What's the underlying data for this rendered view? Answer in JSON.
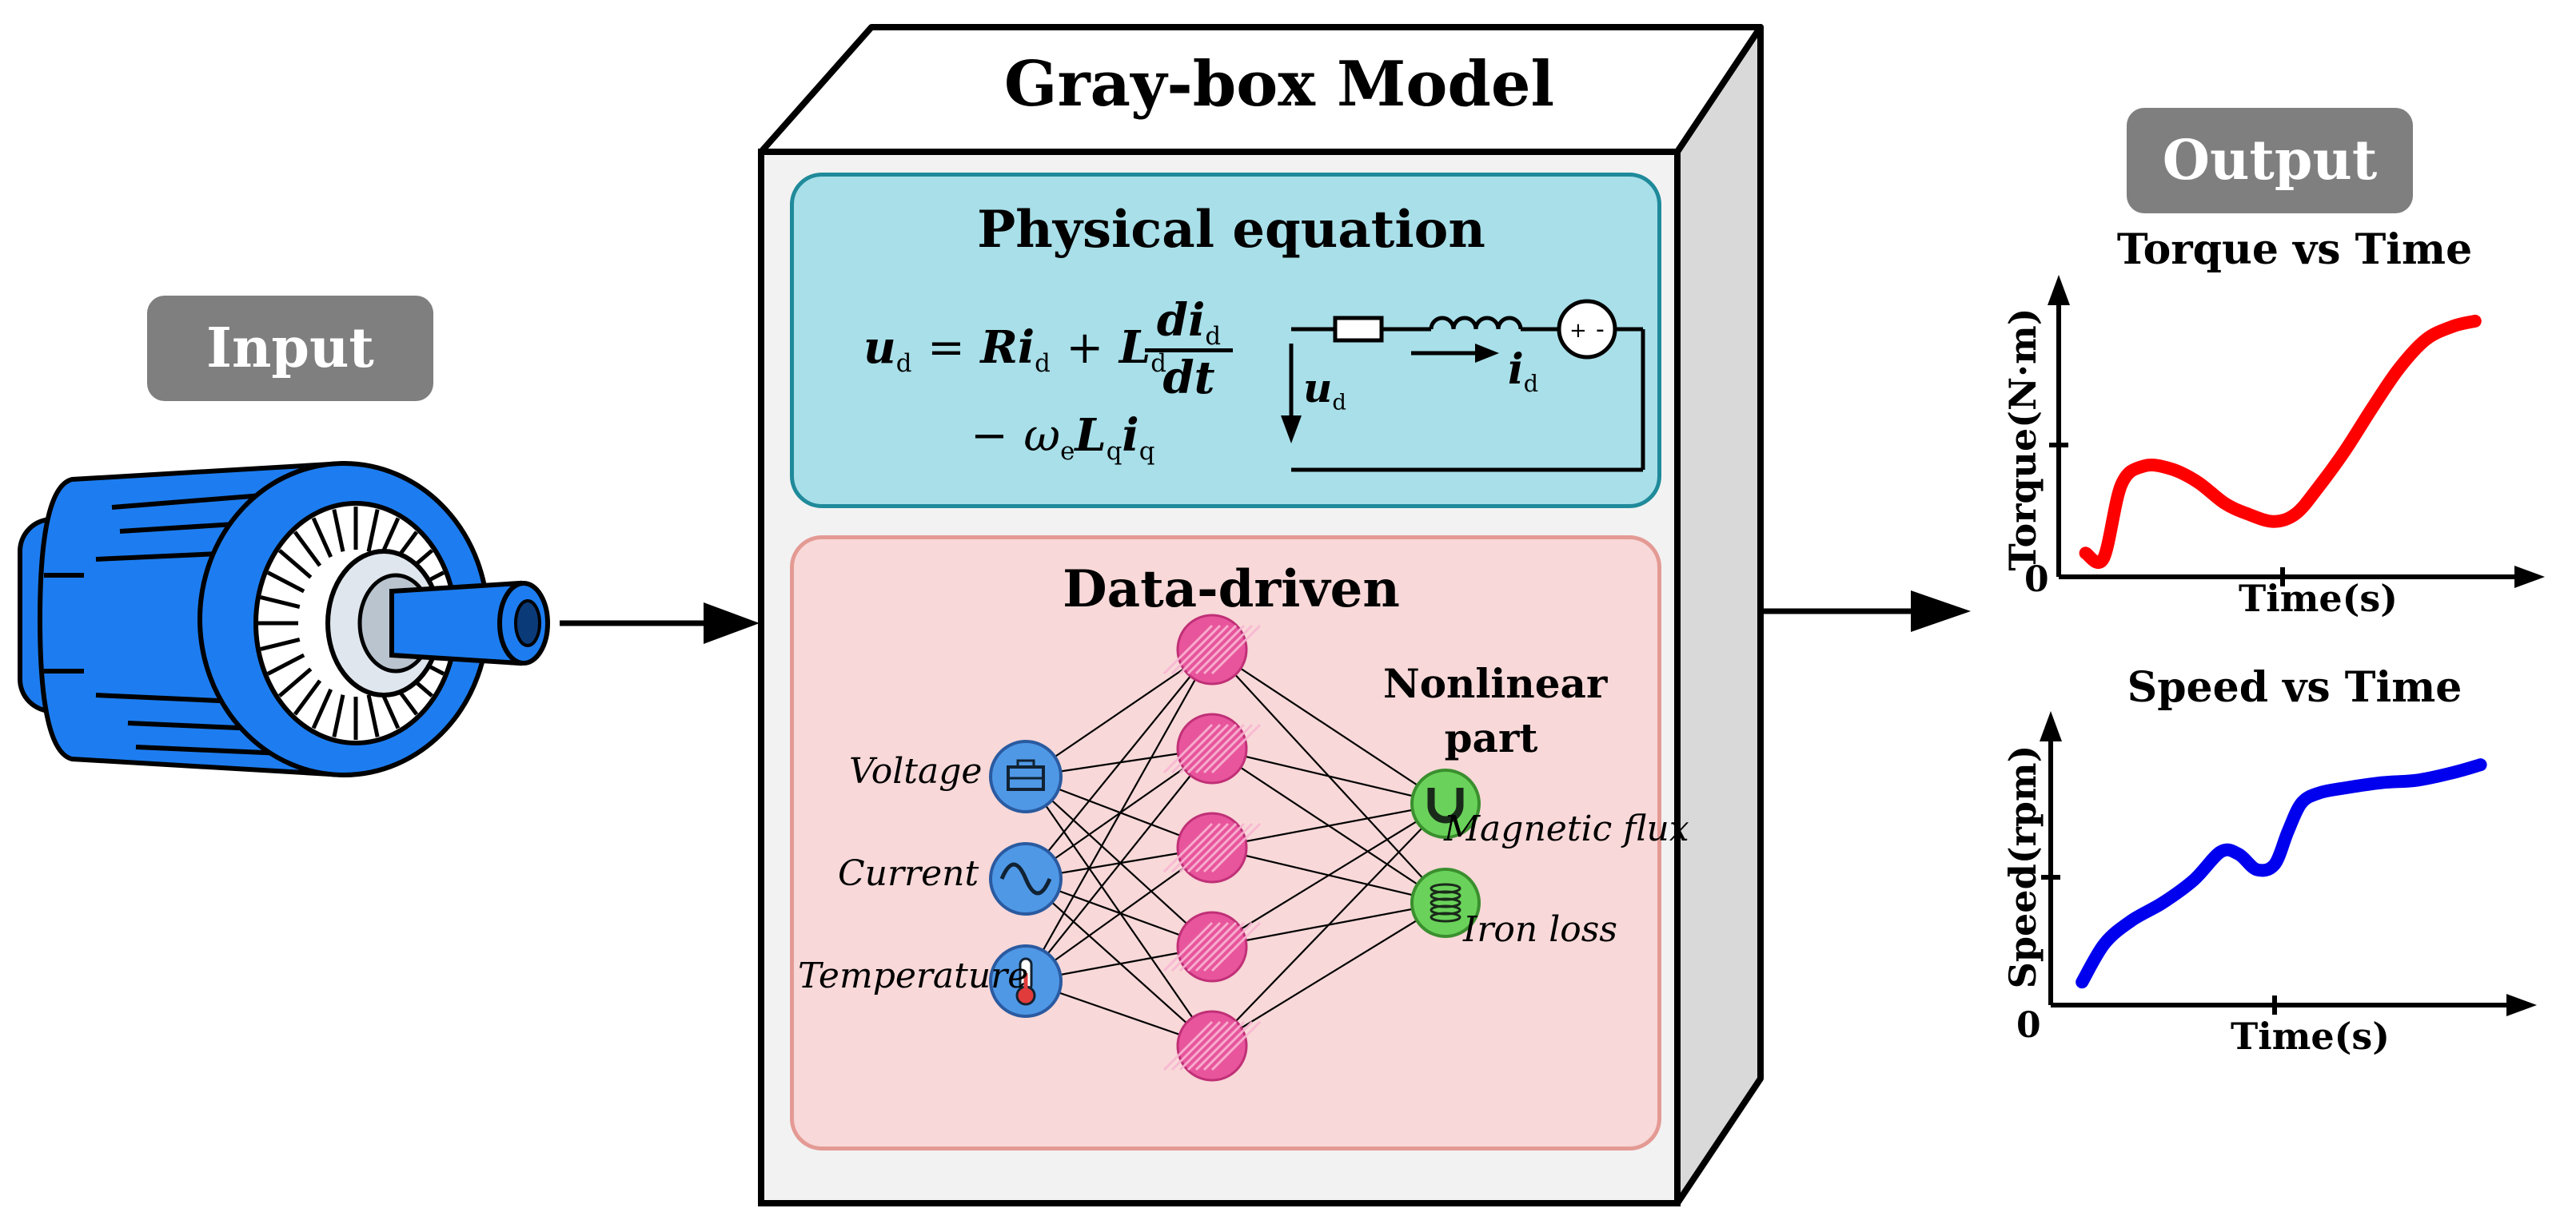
{
  "labels": {
    "input": "Input",
    "output": "Output",
    "model_title": "Gray-box Model",
    "physical_title": "Physical equation",
    "data_driven_title": "Data-driven",
    "nonlinear_line1": "Nonlinear",
    "nonlinear_line2": "part"
  },
  "equation": {
    "line1_lhs": "u",
    "line1_lhs_sub": "d",
    "eq_sign": "=",
    "term_r": "Ri",
    "term_r_sub": "d",
    "plus": "+",
    "term_l": "L",
    "term_l_sub": "d",
    "frac_num": "di",
    "frac_num_sub": "d",
    "frac_den": "dt",
    "line2_minus": "−",
    "line2_omega": "ω",
    "line2_omega_sub": "e",
    "line2_l": "L",
    "line2_l_sub": "q",
    "line2_i": "i",
    "line2_i_sub": "q"
  },
  "circuit": {
    "current_label": "i",
    "current_sub": "d",
    "voltage_label": "u",
    "voltage_sub": "d",
    "source_plus": "+",
    "source_minus": "-"
  },
  "network": {
    "inputs": [
      "Voltage",
      "Current",
      "Temperature"
    ],
    "outputs": [
      "Magnetic flux",
      "Iron loss"
    ],
    "hidden_count": 5,
    "input_icons": [
      "battery-icon",
      "sine-wave-icon",
      "thermometer-icon"
    ],
    "output_icons": [
      "magnet-icon",
      "coil-icon"
    ]
  },
  "colors": {
    "physical_fill": "#a8dfe9",
    "physical_border": "#1f8a9a",
    "data_fill": "#f8d8d8",
    "data_border": "#e49a94",
    "motor_blue": "#1d7df0",
    "input_node": "#4f98e6",
    "hidden_node": "#e8559c",
    "output_node": "#6ad25a",
    "torque_curve": "#ff0000",
    "speed_curve": "#0000ee",
    "tag_gray": "#7f7f7f"
  },
  "chart_data": [
    {
      "type": "line",
      "title": "Torque vs Time",
      "xlabel": "Time(s)",
      "ylabel": "Torque(N·m)",
      "origin_label": "0",
      "grid": false,
      "series": [
        {
          "x": [
            0.06,
            0.1,
            0.14,
            0.19,
            0.25,
            0.31,
            0.37,
            0.42,
            0.48,
            0.53,
            0.58,
            0.64,
            0.7,
            0.76,
            0.82,
            0.88,
            0.93
          ],
          "values": [
            0.09,
            0.07,
            0.35,
            0.42,
            0.41,
            0.36,
            0.28,
            0.24,
            0.21,
            0.24,
            0.34,
            0.48,
            0.64,
            0.79,
            0.9,
            0.95,
            0.97
          ]
        }
      ]
    },
    {
      "type": "line",
      "title": "Speed vs Time",
      "xlabel": "Time(s)",
      "ylabel": "Speed(rpm)",
      "origin_label": "0",
      "grid": false,
      "series": [
        {
          "x": [
            0.07,
            0.12,
            0.18,
            0.25,
            0.32,
            0.38,
            0.42,
            0.46,
            0.5,
            0.53,
            0.56,
            0.6,
            0.66,
            0.74,
            0.82,
            0.9,
            0.96
          ],
          "values": [
            0.09,
            0.24,
            0.33,
            0.4,
            0.49,
            0.6,
            0.59,
            0.53,
            0.55,
            0.68,
            0.79,
            0.83,
            0.85,
            0.87,
            0.88,
            0.91,
            0.94
          ]
        }
      ]
    }
  ]
}
